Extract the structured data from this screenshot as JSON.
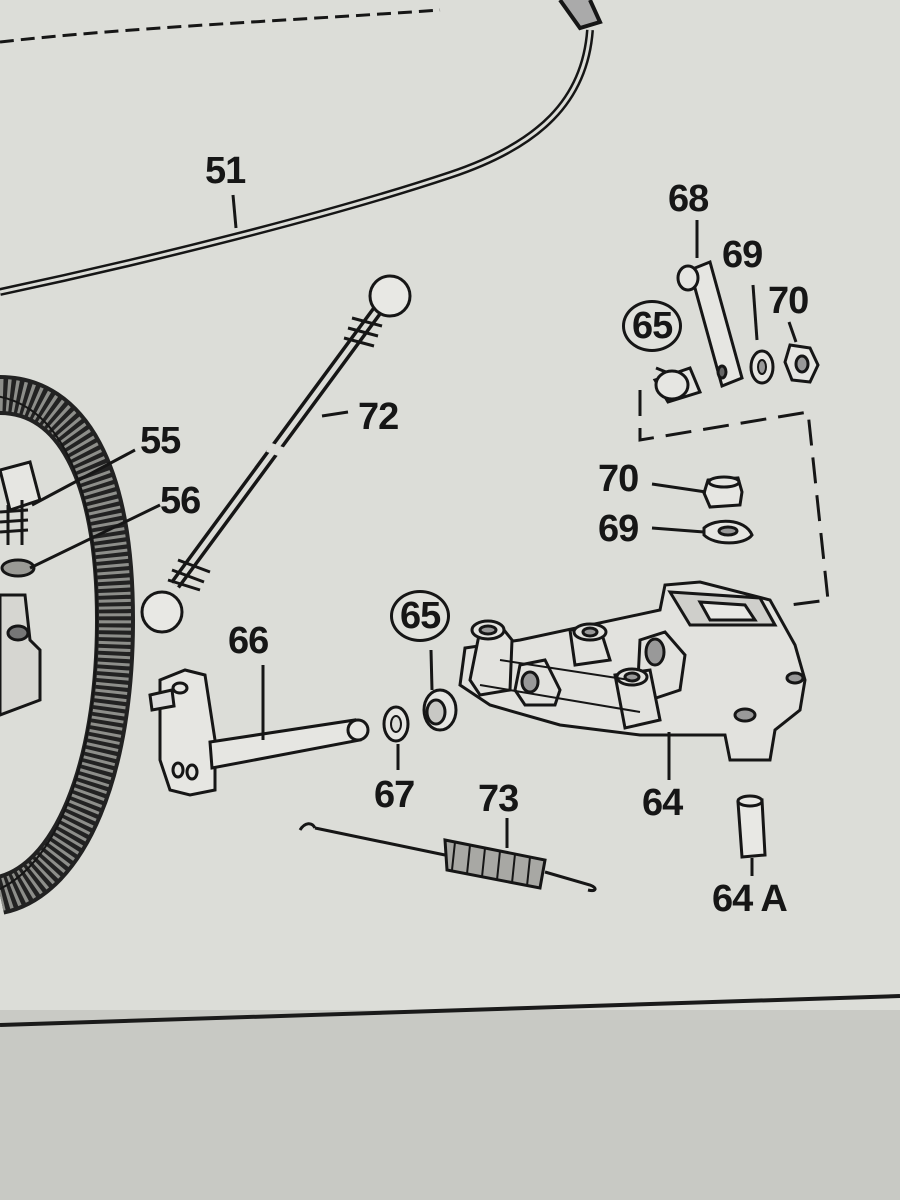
{
  "diagram": {
    "part_labels": {
      "p51": "51",
      "p55": "55",
      "p56": "56",
      "p72": "72",
      "p68": "68",
      "p69_top": "69",
      "p70_top": "70",
      "p65_top": "65",
      "p70_mid": "70",
      "p69_mid": "69",
      "p65_mid": "65",
      "p66": "66",
      "p67": "67",
      "p73": "73",
      "p64": "64",
      "p64a": "64 A"
    }
  },
  "colors": {
    "paper": "#dcddd8",
    "ink": "#161616",
    "table": "#c9cac5"
  }
}
